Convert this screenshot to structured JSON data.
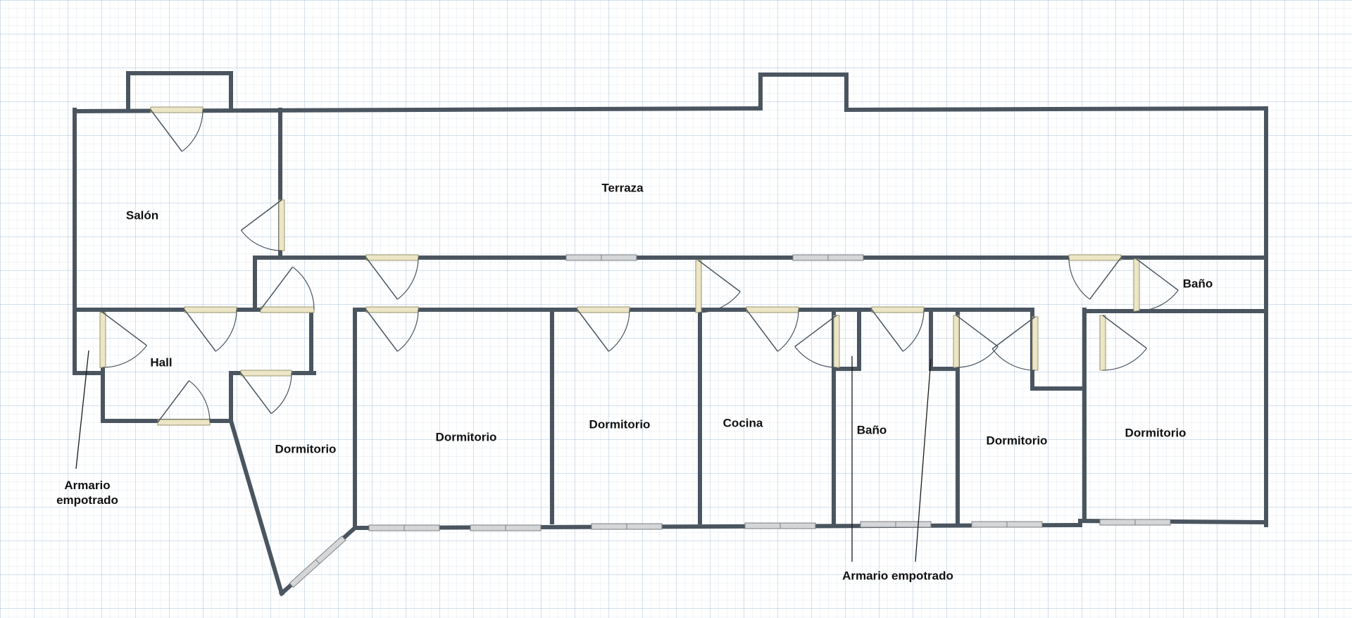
{
  "plan": {
    "rooms": {
      "terraza": "Terraza",
      "salon": "Salón",
      "hall": "Hall",
      "bano_1": "Baño",
      "dormitorio_1": "Dormitorio",
      "dormitorio_2": "Dormitorio",
      "dormitorio_3": "Dormitorio",
      "cocina": "Cocina",
      "bano_2": "Baño",
      "dormitorio_4": "Dormitorio",
      "dormitorio_5": "Dormitorio"
    },
    "annotations": {
      "armario_1": "Armario empotrado",
      "armario_2": "Armario empotrado"
    },
    "colors": {
      "wall": "#4a5560",
      "door": "#ece6c6",
      "door_edge": "#9a9470",
      "window": "#d4d6d8",
      "window_edge": "#7c7f82",
      "label": "#111111"
    }
  }
}
